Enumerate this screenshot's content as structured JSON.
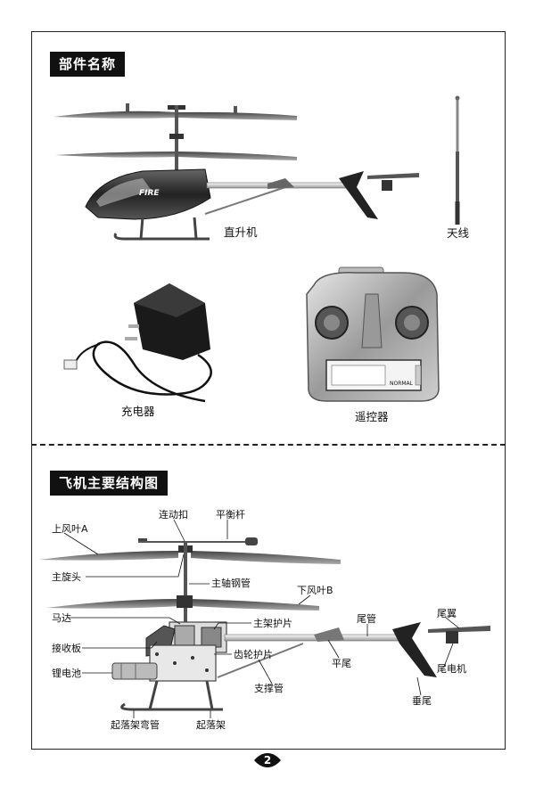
{
  "sections": {
    "parts_title": "部件名称",
    "structure_title": "飞机主要结构图"
  },
  "parts": {
    "helicopter": "直升机",
    "antenna": "天线",
    "charger": "充电器",
    "remote": "遥控器",
    "heli_body_text": "FIRE",
    "remote_screen_text": "NORMAL"
  },
  "structure": {
    "upper_blade_a": "上风叶A",
    "linkage": "连动扣",
    "balance_bar": "平衡杆",
    "rotor_head": "主旋头",
    "main_shaft": "主轴钢管",
    "lower_blade_b": "下风叶B",
    "motor": "马达",
    "main_frame_guard": "主架护片",
    "receiver_board": "接收板",
    "gear_guard": "齿轮护片",
    "tail_boom": "尾管",
    "tail_wing": "尾翼",
    "horizontal_tail": "平尾",
    "tail_motor": "尾电机",
    "lithium_battery": "锂电池",
    "support_tube": "支撑管",
    "vertical_tail": "垂尾",
    "skid_bend_tube": "起落架弯管",
    "landing_gear": "起落架"
  },
  "page": {
    "number": "2"
  }
}
